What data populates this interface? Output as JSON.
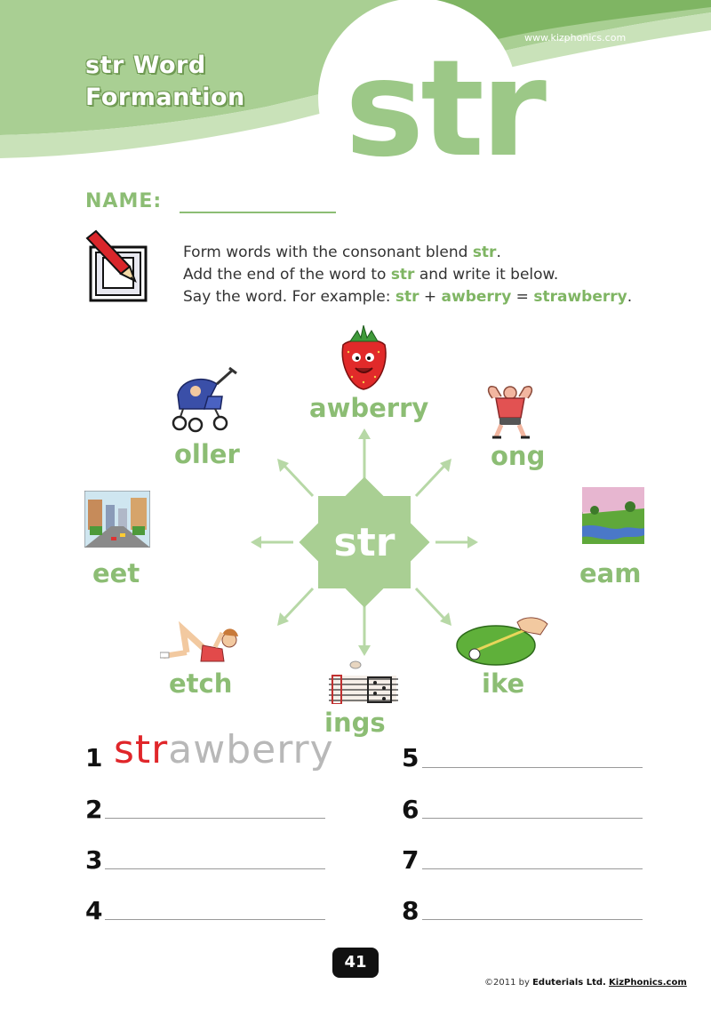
{
  "header": {
    "title_line1": "str Word",
    "title_line2": "Formantion",
    "site_url": "www.kizphonics.com",
    "big_letters": "str",
    "accent_color": "#9cc887"
  },
  "name": {
    "label": "NAME:"
  },
  "instructions": {
    "line1_pre": "Form words with the consonant blend ",
    "line1_blend": "str",
    "line1_post": ".",
    "line2_pre": "Add the end of the word to ",
    "line2_blend": "str",
    "line2_post": " and write it below.",
    "line3_pre": "Say the word. For example: ",
    "line3_blend": "str",
    "line3_plus": " + ",
    "line3_end": "awberry",
    "line3_eq": " = ",
    "line3_result": "strawberry",
    "line3_post": "."
  },
  "hub": {
    "center": "str"
  },
  "endings": {
    "top": "awberry",
    "top_left": "oller",
    "top_right": "ong",
    "left": "eet",
    "right": "eam",
    "bottom_left": "etch",
    "bottom_right": "ike",
    "bottom": "ings"
  },
  "pictures": {
    "top": "strawberry-picture",
    "top_left": "stroller-picture",
    "top_right": "strongman-picture",
    "left": "street-picture",
    "right": "stream-picture",
    "bottom_left": "stretching-picture",
    "bottom_right": "strike-picture",
    "bottom": "guitar-strings-picture"
  },
  "answers": {
    "numbers": [
      "1",
      "2",
      "3",
      "4",
      "5",
      "6",
      "7",
      "8"
    ],
    "example_blend": "str",
    "example_rest": "awberry"
  },
  "footer": {
    "page_number": "41",
    "copyright_pre": "©2011 by ",
    "copyright_company": "Eduterials Ltd.",
    "copyright_site": "KizPhonics.com"
  }
}
